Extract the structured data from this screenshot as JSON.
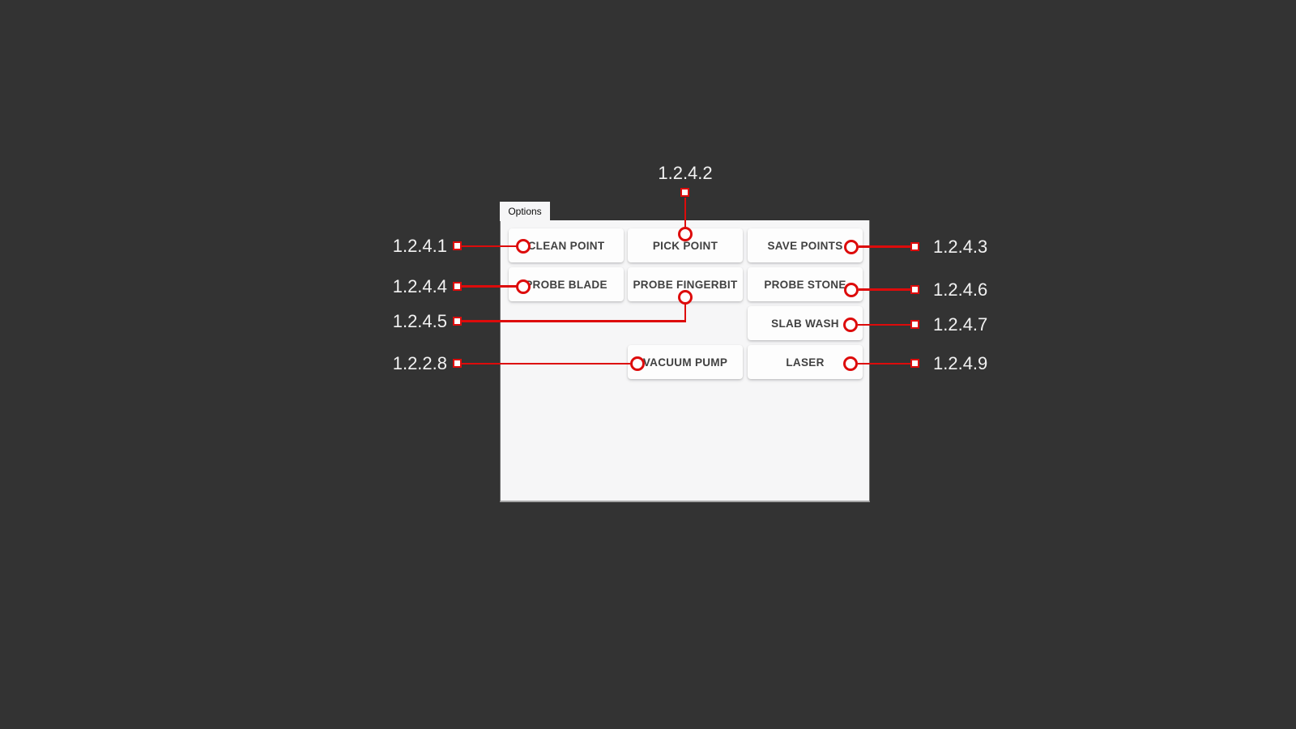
{
  "colors": {
    "background": "#333333",
    "accent_red": "#dd0b0b",
    "panel_bg": "#f6f6f7",
    "button_bg": "#fdfdfd",
    "button_text": "#414141",
    "annotation_text": "#f2f2f2"
  },
  "tab": {
    "label": "Options"
  },
  "buttons": [
    {
      "label": "CLEAN POINT"
    },
    {
      "label": "PICK POINT"
    },
    {
      "label": "SAVE POINTS"
    },
    {
      "label": "PROBE BLADE"
    },
    {
      "label": "PROBE FINGERBIT"
    },
    {
      "label": "PROBE STONE"
    },
    {
      "label": "SLAB WASH"
    },
    {
      "label": "VACUUM PUMP"
    },
    {
      "label": "LASER"
    }
  ],
  "annotations": [
    {
      "label": "1.2.4.1",
      "target": "CLEAN POINT",
      "side": "left"
    },
    {
      "label": "1.2.4.2",
      "target": "PICK POINT",
      "side": "top"
    },
    {
      "label": "1.2.4.3",
      "target": "SAVE POINTS",
      "side": "right"
    },
    {
      "label": "1.2.4.4",
      "target": "PROBE BLADE",
      "side": "left"
    },
    {
      "label": "1.2.4.5",
      "target": "PROBE FINGERBIT",
      "side": "left"
    },
    {
      "label": "1.2.4.6",
      "target": "PROBE STONE",
      "side": "right"
    },
    {
      "label": "1.2.4.7",
      "target": "SLAB WASH",
      "side": "right"
    },
    {
      "label": "1.2.2.8",
      "target": "VACUUM PUMP",
      "side": "left"
    },
    {
      "label": "1.2.4.9",
      "target": "LASER",
      "side": "right"
    }
  ]
}
